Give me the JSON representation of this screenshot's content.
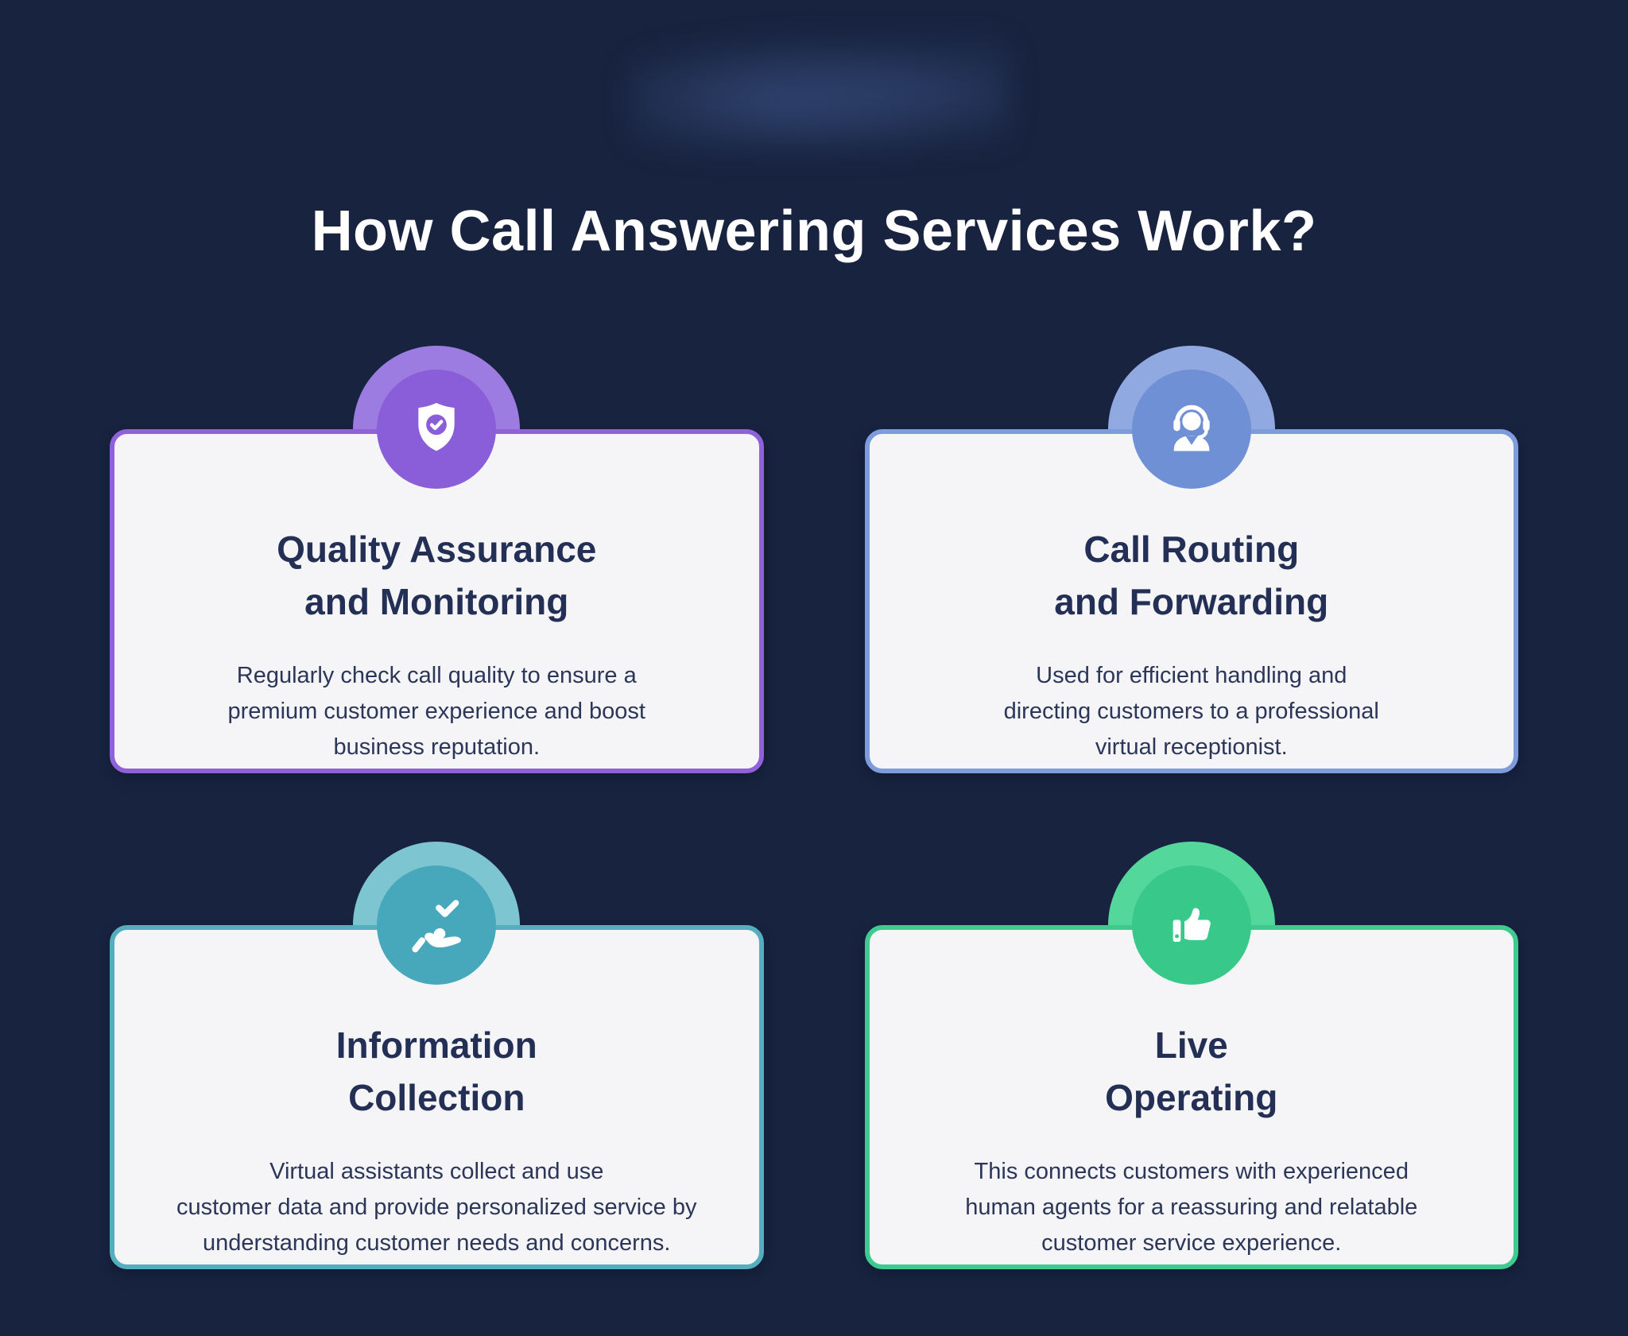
{
  "page": {
    "title": "How Call Answering Services Work?",
    "background_color": "#18233F",
    "title_color": "#FFFFFF"
  },
  "text_colors": {
    "card_title": "#232F55",
    "card_body": "#2B3659"
  },
  "card_background": "#F5F5F7",
  "cards": [
    {
      "icon": "shield-check-icon",
      "title_lines": [
        "Quality Assurance",
        "and Monitoring"
      ],
      "body_lines": [
        "Regularly check call quality to ensure a",
        "premium customer experience and boost",
        "business reputation."
      ],
      "colors": {
        "border": "#8F62D9",
        "halo": "#9C7CE0",
        "circle": "#8B5ED9"
      }
    },
    {
      "icon": "headset-agent-icon",
      "title_lines": [
        "Call Routing",
        "and Forwarding"
      ],
      "body_lines": [
        "Used for efficient handling and",
        "directing customers to a professional",
        "virtual receptionist."
      ],
      "colors": {
        "border": "#7E9BDC",
        "halo": "#90A9E0",
        "circle": "#7090D5"
      }
    },
    {
      "icon": "hand-check-icon",
      "title_lines": [
        "Information",
        "Collection"
      ],
      "body_lines": [
        "Virtual assistants collect and use",
        "customer data and provide personalized service by",
        "understanding customer needs and concerns."
      ],
      "colors": {
        "border": "#55AEBE",
        "halo": "#7EC5D2",
        "circle": "#48A8BB"
      }
    },
    {
      "icon": "thumbs-up-icon",
      "title_lines": [
        "Live",
        "Operating"
      ],
      "body_lines": [
        "This connects customers with experienced",
        "human agents for a reassuring and relatable",
        "customer service experience."
      ],
      "colors": {
        "border": "#3FCB8F",
        "halo": "#54D79A",
        "circle": "#38C98A"
      }
    }
  ]
}
